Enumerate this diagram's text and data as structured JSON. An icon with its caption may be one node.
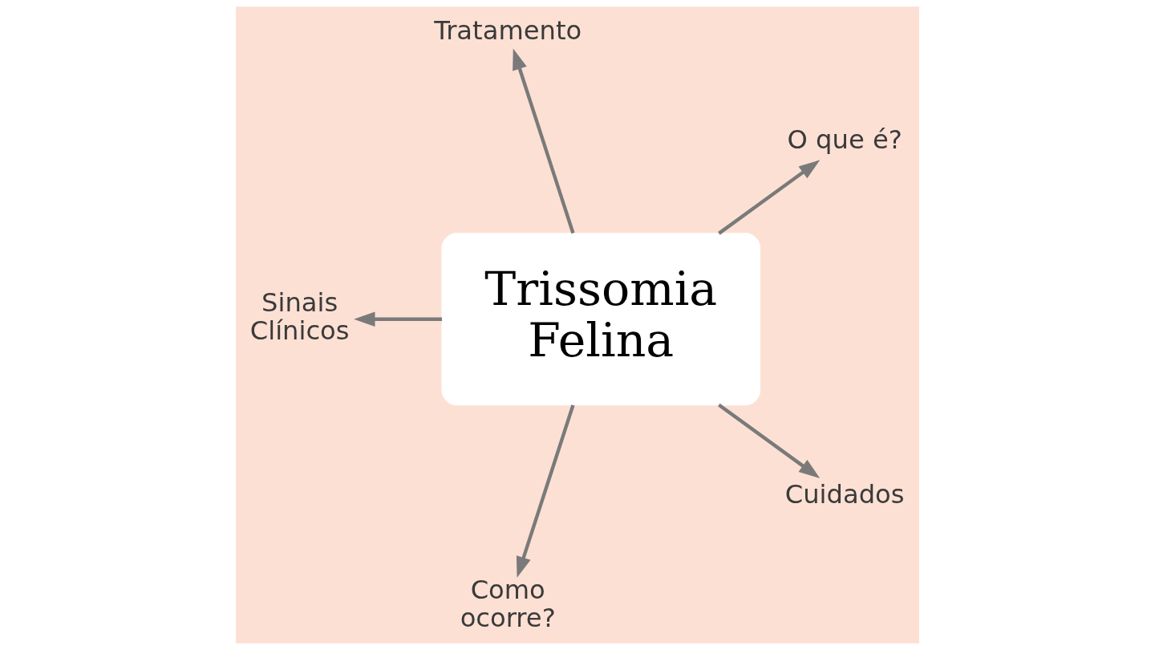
{
  "diagram": {
    "nodes": [
      {
        "text": [
          "Trissomia Felina"
        ]
      },
      {
        "text": [
          "O que é?"
        ]
      },
      {
        "text": [
          "Tratamento"
        ]
      },
      {
        "text": [
          "Sinais Clínicos"
        ]
      },
      {
        "text": [
          "Como ocorre?"
        ]
      },
      {
        "text": [
          "Cuidados"
        ]
      }
    ],
    "edges": [
      {
        "from": 0,
        "to": 1,
        "arrow": "to"
      },
      {
        "from": 0,
        "to": 2,
        "arrow": "to"
      },
      {
        "from": 0,
        "to": 3,
        "arrow": "to"
      },
      {
        "from": 0,
        "to": 4,
        "arrow": "to"
      },
      {
        "from": 0,
        "to": 5,
        "arrow": "to"
      }
    ]
  }
}
